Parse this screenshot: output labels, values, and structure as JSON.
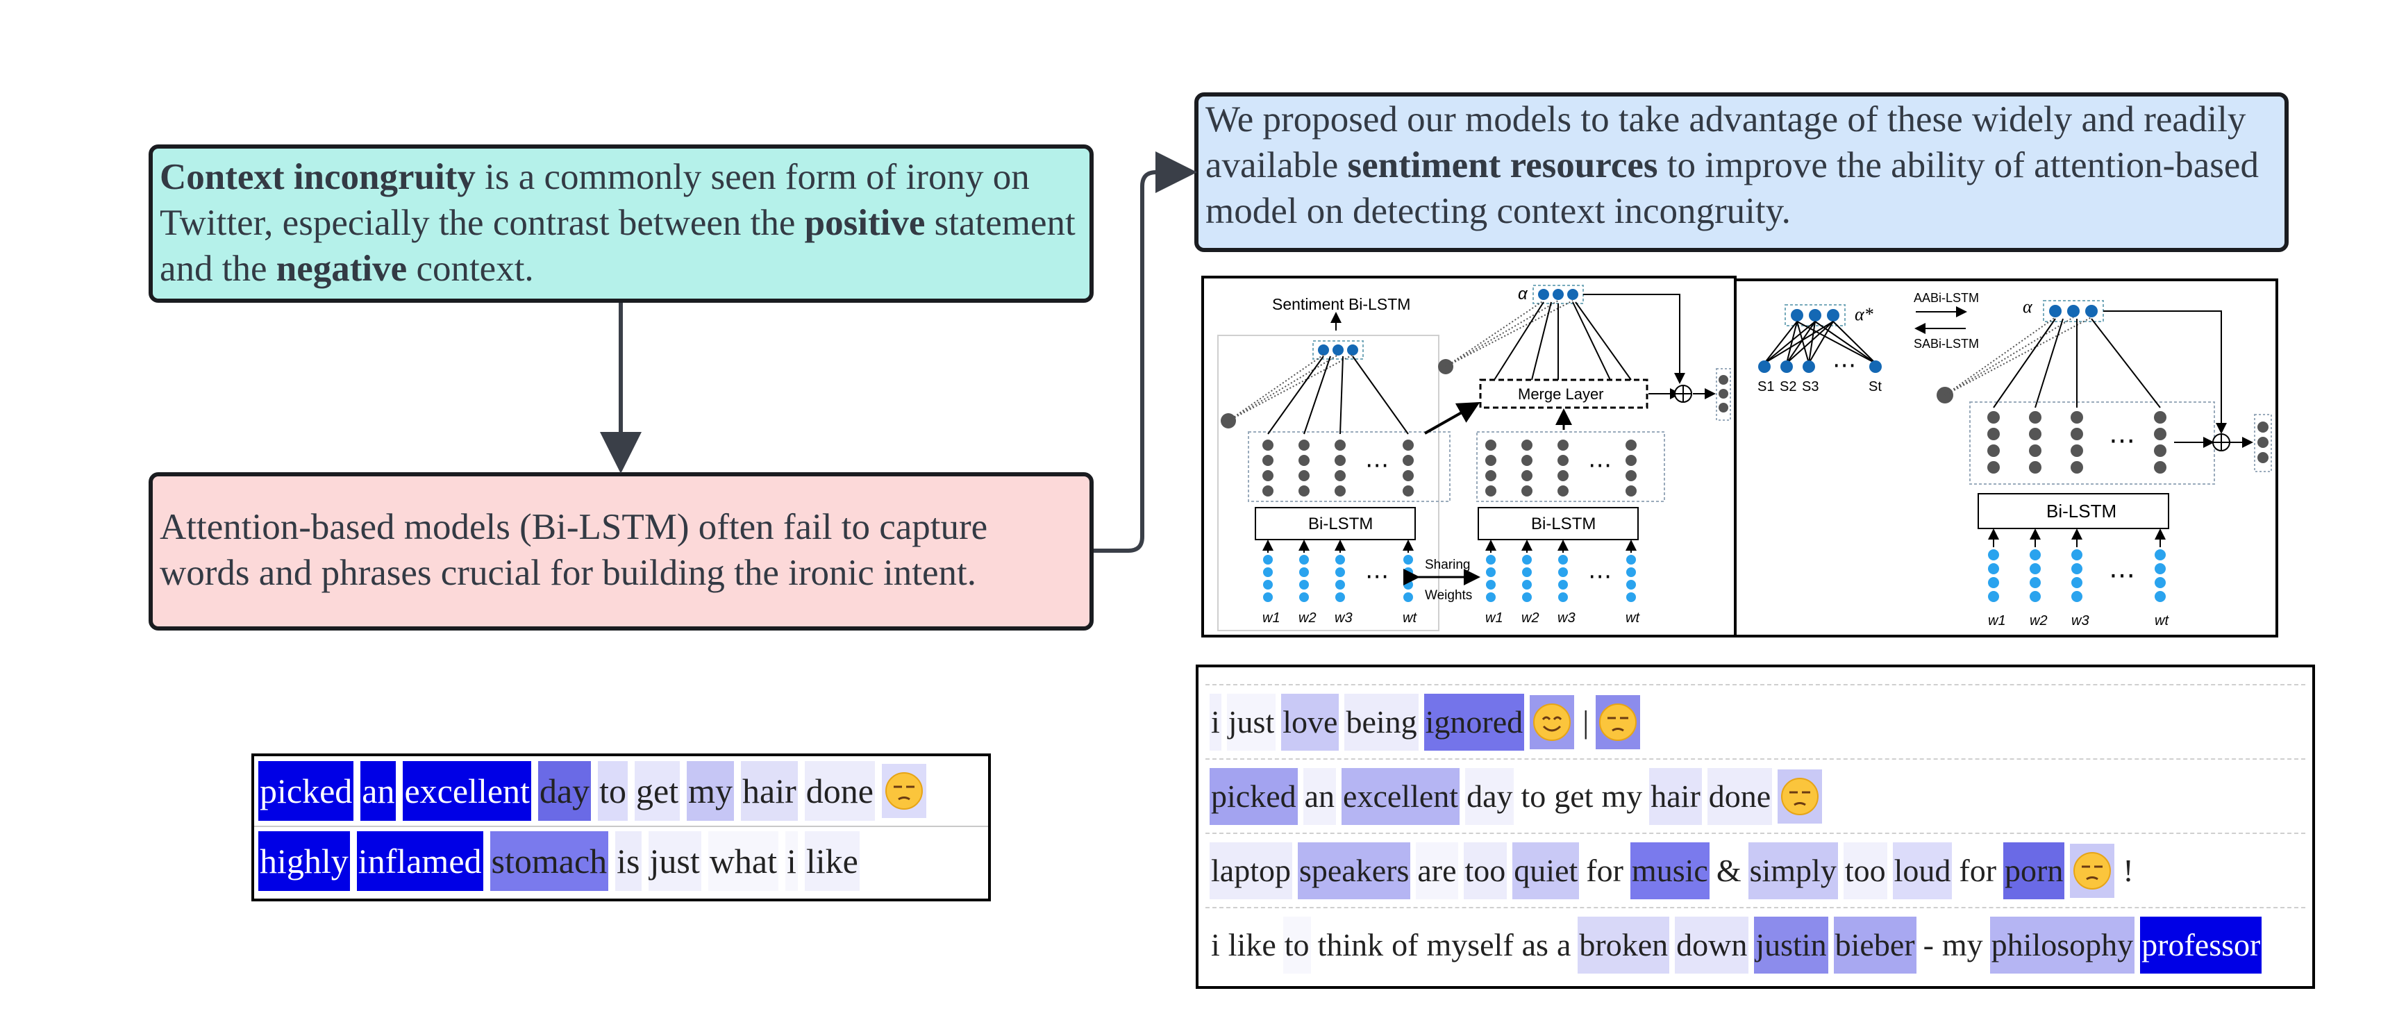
{
  "context_box": {
    "bold1": "Context incongruity",
    "t1": " is a commonly seen form of irony on Twitter, especially the contrast between the ",
    "bold2": "positive",
    "t2": " statement and the ",
    "bold3": "negative",
    "t3": " context."
  },
  "attention_box": {
    "text": "Attention-based models (Bi-LSTM) often fail to capture words and phrases crucial for building the ironic intent."
  },
  "proposal_box": {
    "t1": "We proposed our models to take advantage of these widely and readily available ",
    "bold": "sentiment resources",
    "t2": " to improve the ability of attention-based model on detecting context incongruity."
  },
  "diagram_left": {
    "sentiment_label": "Sentiment Bi-LSTM",
    "alpha": "α",
    "merge_label": "Merge Layer",
    "bilstm1": "Bi-LSTM",
    "bilstm2": "Bi-LSTM",
    "sharing": "Sharing",
    "weights": "Weights",
    "ellipsis": "⋯",
    "words": [
      "w1",
      "w2",
      "w3",
      "wt"
    ]
  },
  "diagram_right": {
    "alpha_star": "α*",
    "alpha": "α",
    "aabi": "AABi-LSTM",
    "sabi": "SABi-LSTM",
    "s_labels": [
      "S1",
      "S2",
      "S3",
      "St"
    ],
    "bilstm": "Bi-LSTM",
    "ellipsis": "⋯",
    "words": [
      "w1",
      "w2",
      "w3",
      "wt"
    ]
  },
  "heatmap_left": {
    "rows": [
      [
        {
          "t": "picked",
          "c": "#0000e6",
          "w": true
        },
        {
          "t": "an",
          "c": "#0000e6",
          "w": true
        },
        {
          "t": "excellent",
          "c": "#0000e6",
          "w": true
        },
        {
          "t": "day",
          "c": "#6a6ae6",
          "w": false
        },
        {
          "t": "to",
          "c": "#dcdcfa",
          "w": false
        },
        {
          "t": "get",
          "c": "#e6e6fb",
          "w": false
        },
        {
          "t": "my",
          "c": "#c6c6f5",
          "w": false
        },
        {
          "t": "hair",
          "c": "#e0e0f9",
          "w": false
        },
        {
          "t": "done",
          "c": "#ececfb",
          "w": false
        },
        {
          "t": "[emoji]",
          "c": "#dcdcfa",
          "w": false
        }
      ],
      [
        {
          "t": "highly",
          "c": "#0000e6",
          "w": true
        },
        {
          "t": "inflamed",
          "c": "#0000e6",
          "w": true
        },
        {
          "t": "stomach",
          "c": "#7a7aed",
          "w": false
        },
        {
          "t": "is",
          "c": "#ececfb",
          "w": false
        },
        {
          "t": "just",
          "c": "#f1f1fc",
          "w": false
        },
        {
          "t": "what",
          "c": "#f7f7fd",
          "w": false
        },
        {
          "t": "i",
          "c": "#f7f7fd",
          "w": false
        },
        {
          "t": "like",
          "c": "#f1f1fc",
          "w": false
        }
      ]
    ]
  },
  "heatmap_right": {
    "rows": [
      [
        {
          "t": "i",
          "c": "#f1f1fc",
          "w": false
        },
        {
          "t": "just",
          "c": "#f5f5fd",
          "w": false
        },
        {
          "t": "love",
          "c": "#c9c9f6",
          "w": false
        },
        {
          "t": "being",
          "c": "#ececfb",
          "w": false
        },
        {
          "t": "ignored",
          "c": "#7474ea",
          "w": false
        },
        {
          "t": "[emoji]",
          "c": "#9a9aee",
          "w": false
        },
        {
          "t": "|",
          "c": "#ffffff",
          "w": false
        },
        {
          "t": "[emoji]",
          "c": "#8c8cec",
          "w": false
        }
      ],
      [
        {
          "t": "picked",
          "c": "#a3a3f0",
          "w": false
        },
        {
          "t": "an",
          "c": "#f1f1fc",
          "w": false
        },
        {
          "t": "excellent",
          "c": "#b5b5f3",
          "w": false
        },
        {
          "t": "day",
          "c": "#f1f1fc",
          "w": false
        },
        {
          "t": "to",
          "c": "#ffffff",
          "w": false
        },
        {
          "t": "get",
          "c": "#ffffff",
          "w": false
        },
        {
          "t": "my",
          "c": "#ffffff",
          "w": false
        },
        {
          "t": "hair",
          "c": "#e4e4fa",
          "w": false
        },
        {
          "t": "done",
          "c": "#ececfb",
          "w": false
        },
        {
          "t": "[emoji]",
          "c": "#c9c9f6",
          "w": false
        }
      ],
      [
        {
          "t": "laptop",
          "c": "#ececfb",
          "w": false
        },
        {
          "t": "speakers",
          "c": "#b5b5f3",
          "w": false
        },
        {
          "t": "are",
          "c": "#f5f5fd",
          "w": false
        },
        {
          "t": "too",
          "c": "#ececfb",
          "w": false
        },
        {
          "t": "quiet",
          "c": "#c9c9f6",
          "w": false
        },
        {
          "t": "for",
          "c": "#ffffff",
          "w": false
        },
        {
          "t": "music",
          "c": "#7a7aed",
          "w": false
        },
        {
          "t": "&",
          "c": "#ffffff",
          "w": false
        },
        {
          "t": "simply",
          "c": "#c9c9f6",
          "w": false
        },
        {
          "t": "too",
          "c": "#f1f1fc",
          "w": false
        },
        {
          "t": "loud",
          "c": "#dcdcfa",
          "w": false
        },
        {
          "t": "for",
          "c": "#ffffff",
          "w": false
        },
        {
          "t": "porn",
          "c": "#6a6ae6",
          "w": false
        },
        {
          "t": "[emoji]",
          "c": "#c9c9f6",
          "w": false
        },
        {
          "t": "!",
          "c": "#ffffff",
          "w": false
        }
      ],
      [
        {
          "t": "i",
          "c": "#ffffff",
          "w": false
        },
        {
          "t": "like",
          "c": "#ffffff",
          "w": false
        },
        {
          "t": "to",
          "c": "#f7f7fd",
          "w": false
        },
        {
          "t": "think",
          "c": "#ffffff",
          "w": false
        },
        {
          "t": "of",
          "c": "#ffffff",
          "w": false
        },
        {
          "t": "myself",
          "c": "#ffffff",
          "w": false
        },
        {
          "t": "as",
          "c": "#ffffff",
          "w": false
        },
        {
          "t": "a",
          "c": "#ffffff",
          "w": false
        },
        {
          "t": "broken",
          "c": "#d8d8f8",
          "w": false
        },
        {
          "t": "down",
          "c": "#e4e4fa",
          "w": false
        },
        {
          "t": "justin",
          "c": "#8c8cec",
          "w": false
        },
        {
          "t": "bieber",
          "c": "#a8a8f1",
          "w": false
        },
        {
          "t": "-",
          "c": "#ffffff",
          "w": false
        },
        {
          "t": "my",
          "c": "#ffffff",
          "w": false
        },
        {
          "t": "philosophy",
          "c": "#b5b5f3",
          "w": false
        },
        {
          "t": "professor",
          "c": "#0000e6",
          "w": true
        }
      ]
    ]
  }
}
